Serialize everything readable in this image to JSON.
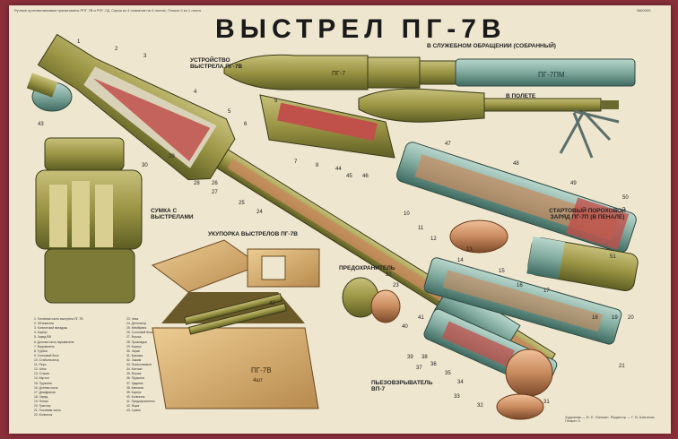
{
  "title": "ВЫСТРЕЛ ПГ-7В",
  "header_note": "Ручные противотанковые гранатометы РПГ-7В и РПГ-7Д. Серия из 4 плакатов на 4 листах. Плакат 3 из 1 листа",
  "corner_mark": "№00000",
  "labels": {
    "device": "УСТРОЙСТВО ВЫСТРЕЛА ПГ-7В",
    "service": "В СЛУЖЕБНОМ ОБРАЩЕНИИ (СОБРАННЫЙ)",
    "flight": "В ПОЛЕТЕ",
    "bag": "СУМКА С ВЫСТРЕЛАМИ",
    "packing": "УКУПОРКА ВЫСТРЕЛОВ ПГ-7В",
    "safety": "ПРЕДОХРАНИТЕЛЬ",
    "charge": "СТАРТОВЫЙ ПОРОХОВОЙ ЗАРЯД ПГ-7П (В ПЕНАЛЕ)",
    "fuze": "ПЬЕЗОВЗРЫВАТЕЛЬ ВП-7"
  },
  "markings": {
    "warhead": "ПГ-7",
    "motor": "ПГ-7ПМ",
    "box": "ПГ-7В",
    "box_count": "4шт"
  },
  "callouts": [
    "1",
    "2",
    "3",
    "4",
    "5",
    "6",
    "7",
    "8",
    "9",
    "10",
    "11",
    "12",
    "13",
    "14",
    "15",
    "16",
    "17",
    "18",
    "19",
    "20",
    "21",
    "22",
    "23",
    "24",
    "25",
    "26",
    "27",
    "28",
    "29",
    "30",
    "31",
    "32",
    "33",
    "34",
    "35",
    "36",
    "37",
    "38",
    "39",
    "40",
    "41",
    "42",
    "43",
    "44",
    "45",
    "46",
    "47",
    "48",
    "49",
    "50",
    "51"
  ],
  "legend_items": [
    "1. Головная часть выстрела ПГ-7В",
    "2. Обтекатель",
    "3. Конический вкладыш",
    "4. Корпус",
    "5. Заряд ВВ",
    "6. Донная часть взрывателя",
    "7. Взрыватель",
    "8. Трубка",
    "9. Сопловой блок",
    "10. Стабилизатор",
    "11. Перо",
    "12. Шток",
    "13. Стакан",
    "14. Картон",
    "15. Пружина",
    "16. Донная часть",
    "17. Диафрагма",
    "18. Заряд",
    "19. Пенал",
    "20. Трассер",
    "21. Головная часть",
    "22. Колпачок",
    "23. Чека",
    "24. Детонатор",
    "25. Мембрана",
    "26. Сопловой блок",
    "27. Втулка",
    "28. Прокладка",
    "29. Корпус",
    "30. Экран",
    "31. Крышка",
    "32. Зажим",
    "33. Пьезоэлемент",
    "34. Контакт",
    "35. Втулка",
    "36. Пружина",
    "37. Ударник",
    "38. Капсюль",
    "39. Корпус",
    "40. Колпачок",
    "41. Предохранитель",
    "42. Ящик",
    "43. Сумка"
  ],
  "bottom_note": "Художник — В. Е. Лапшин. Редактор — Г. В. Шаталов. Плакат 3.",
  "colors": {
    "paper": "#efe6cf",
    "olive": "#8a8a3a",
    "olive_dark": "#5e5e24",
    "steel": "#7fa89c",
    "copper": "#c98a5e",
    "red": "#c0504a",
    "wood": "#d8b27a",
    "frame": "#8a2f3a"
  }
}
